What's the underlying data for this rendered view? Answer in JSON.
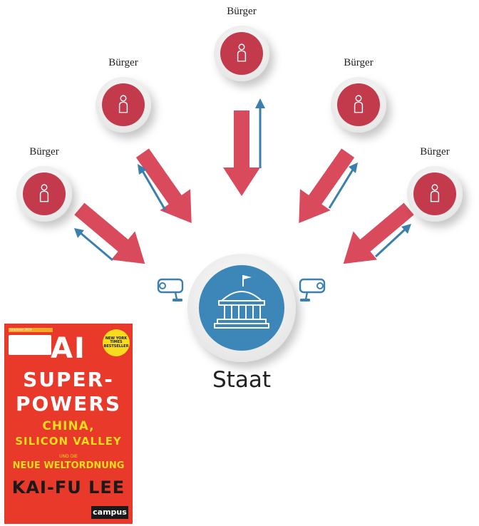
{
  "diagram": {
    "citizen_label": "Bürger",
    "center_label": "Staat",
    "colors": {
      "citizen_fill": "#c33a4c",
      "arrow_red": "#d84a5c",
      "arrow_blue": "#3a7fae",
      "state_fill": "#3d86b8",
      "ring": "#eeeeee"
    },
    "icons": [
      "person-icon",
      "government-building-icon",
      "surveillance-camera-icon"
    ]
  },
  "book": {
    "award_strip": "Gewinner 2019",
    "badge": "NEW YORK TIMES BESTSELLER",
    "title_line1": "AI",
    "title_line2": "SUPER-",
    "title_line3": "POWERS",
    "subtitle_line1": "CHINA,",
    "subtitle_line2": "SILICON VALLEY",
    "connector": "UND DIE",
    "subtitle_line3": "NEUE WELTORDNUNG",
    "author": "KAI-FU LEE",
    "publisher": "campus"
  }
}
